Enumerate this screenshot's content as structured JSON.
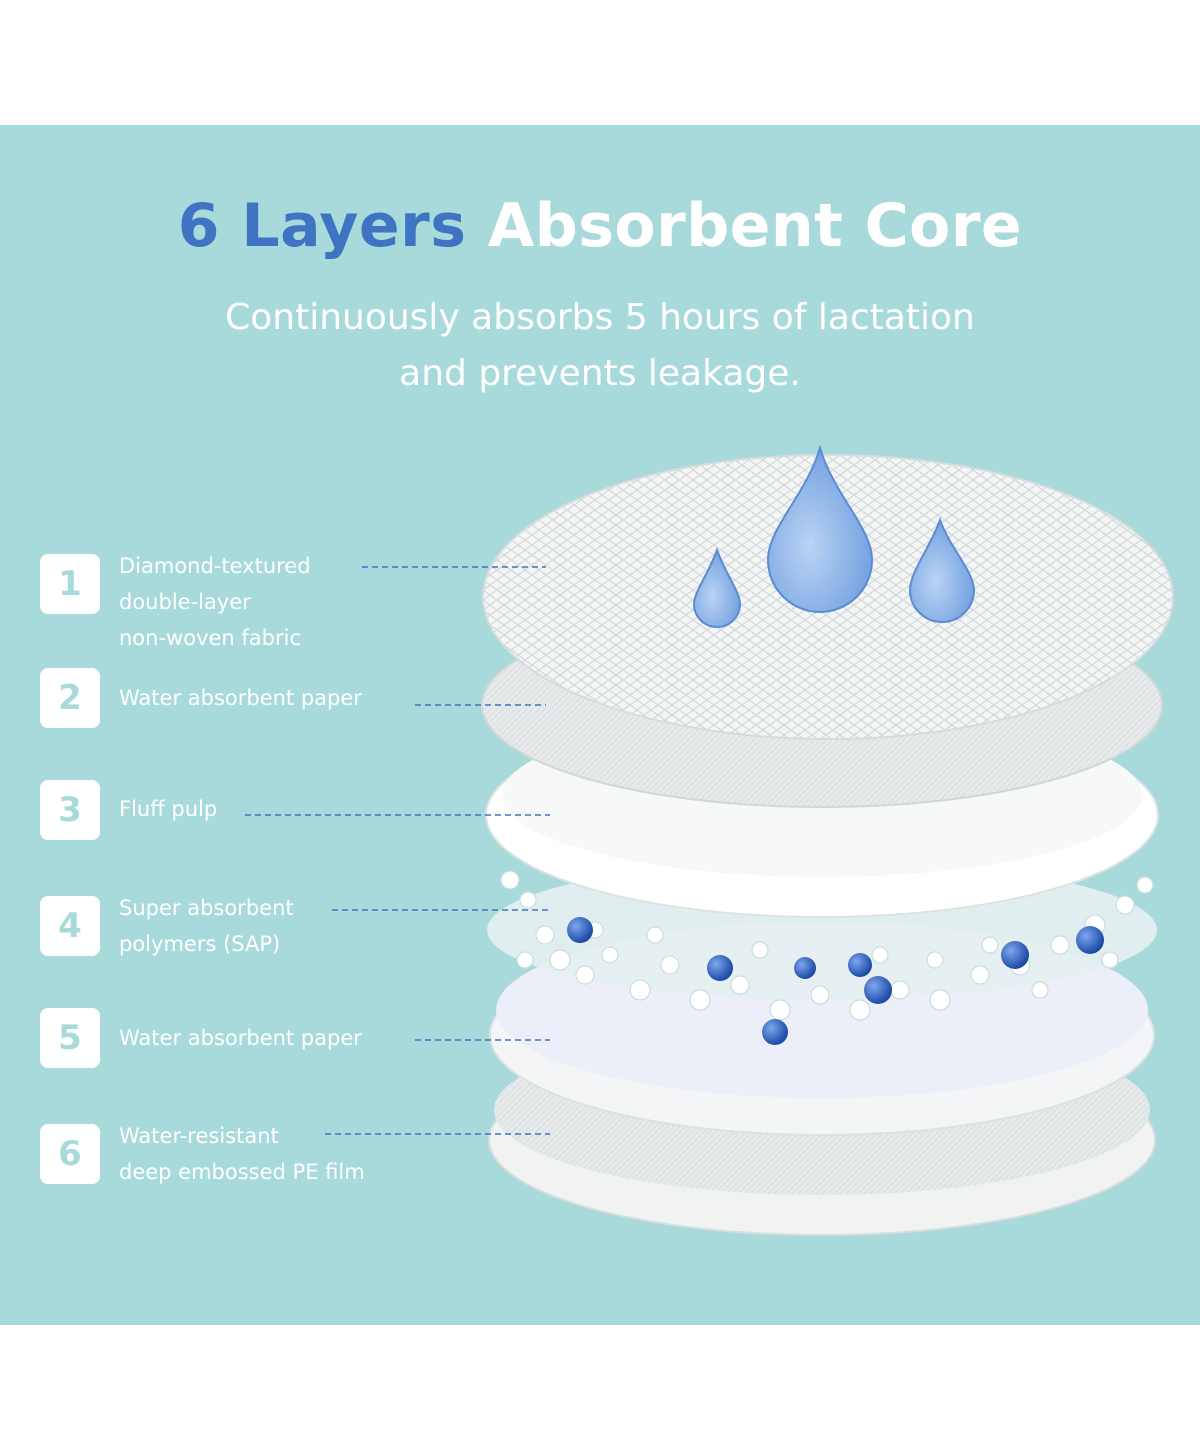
{
  "heading": {
    "accent": "6 Layers",
    "rest": "Absorbent Core"
  },
  "subtitle": {
    "line1": "Continuously absorbs 5 hours of lactation",
    "line2": "and prevents leakage."
  },
  "layers": [
    {
      "number": "1",
      "lines": [
        "Diamond-textured",
        "double-layer",
        "non-woven fabric"
      ]
    },
    {
      "number": "2",
      "lines": [
        "Water absorbent paper"
      ]
    },
    {
      "number": "3",
      "lines": [
        "Fluff pulp"
      ]
    },
    {
      "number": "4",
      "lines": [
        "Super absorbent",
        "polymers (SAP)"
      ]
    },
    {
      "number": "5",
      "lines": [
        "Water absorbent paper"
      ]
    },
    {
      "number": "6",
      "lines": [
        "Water-resistant",
        "deep embossed PE film"
      ]
    }
  ],
  "colors": {
    "background": "#a9dadb",
    "accent": "#3e74c1",
    "text": "#ffffff",
    "droplet": "#7eaee6",
    "sap_bead": "#2a5dbf"
  }
}
